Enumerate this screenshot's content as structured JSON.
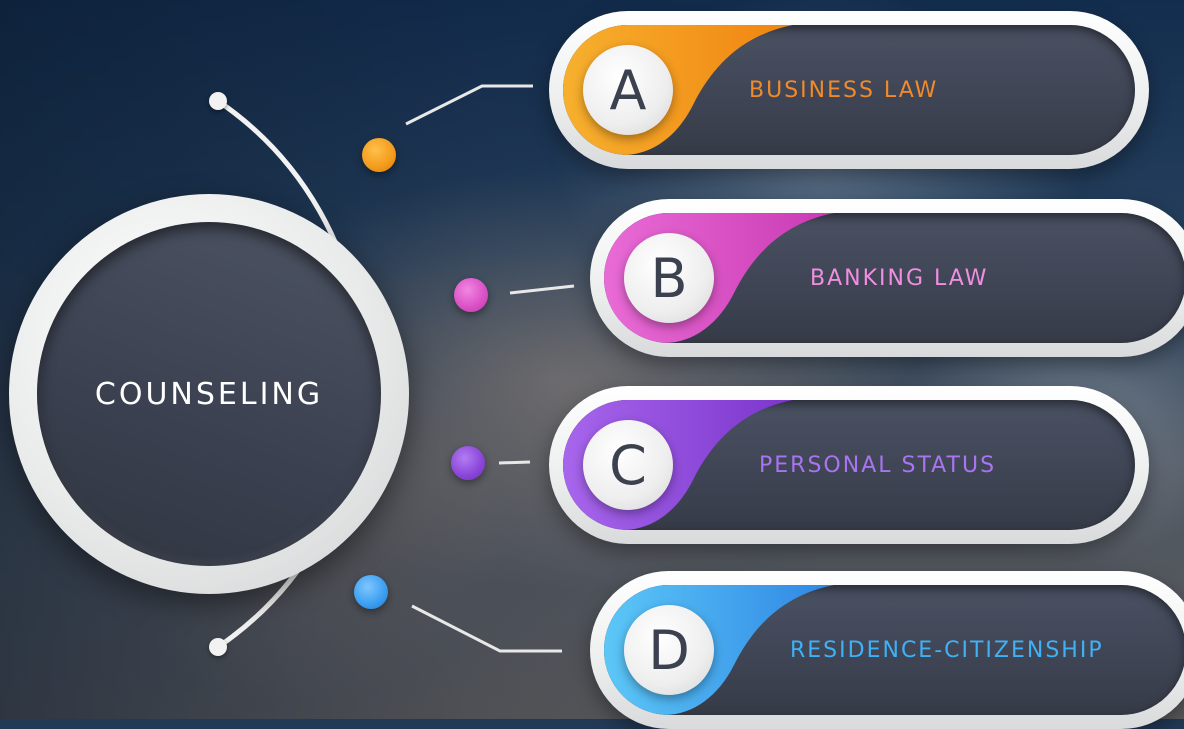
{
  "center": {
    "label": "COUNSELING"
  },
  "items": [
    {
      "letter": "A",
      "label": "BUSINESS LAW",
      "color": "#f39a1b",
      "text_color": "#f08a2a"
    },
    {
      "letter": "B",
      "label": "BANKING LAW",
      "color": "#d94fc4",
      "text_color": "#f08ee0"
    },
    {
      "letter": "C",
      "label": "PERSONAL STATUS",
      "color": "#8a45d8",
      "text_color": "#a874f0"
    },
    {
      "letter": "D",
      "label": "RESIDENCE-CITIZENSHIP",
      "color": "#3a9ef0",
      "text_color": "#3fb1f5"
    }
  ]
}
